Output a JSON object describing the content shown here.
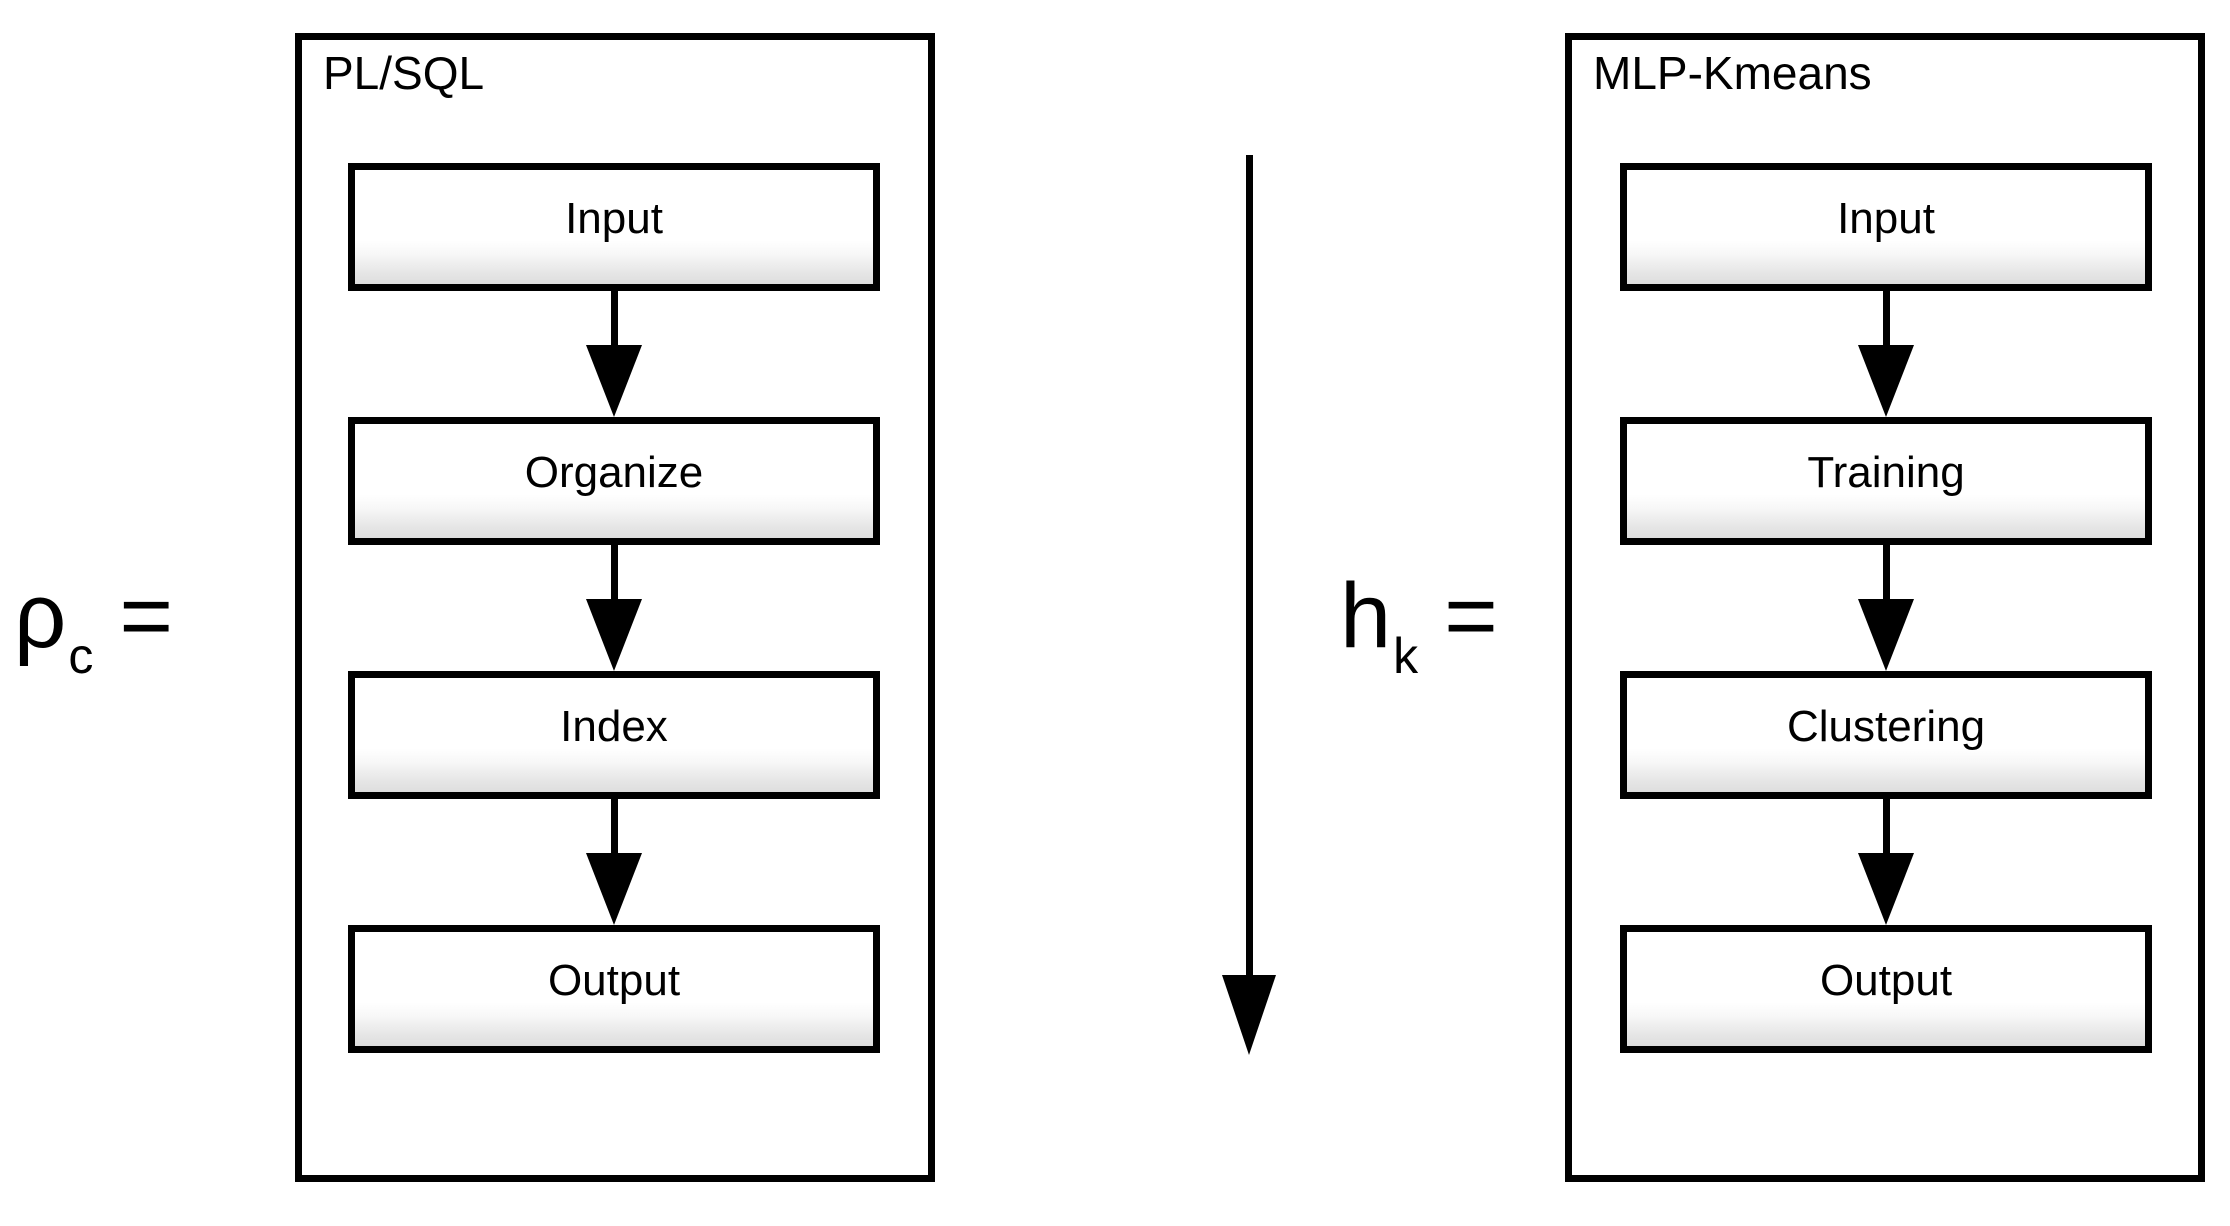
{
  "diagram": {
    "title_visible": false,
    "background_color": "#ffffff",
    "line_color": "#000000"
  },
  "left_equation": {
    "variable": "ρ",
    "subscript": "c",
    "operator": "="
  },
  "middle_equation": {
    "variable": "h",
    "subscript": "k",
    "operator": "="
  },
  "left_panel": {
    "title": "PL/SQL",
    "steps": [
      {
        "label": "Input"
      },
      {
        "label": "Organize"
      },
      {
        "label": "Index"
      },
      {
        "label": "Output"
      }
    ]
  },
  "right_panel": {
    "title": "MLP-Kmeans",
    "steps": [
      {
        "label": "Input"
      },
      {
        "label": "Training"
      },
      {
        "label": "Clustering"
      },
      {
        "label": "Output"
      }
    ]
  },
  "center_arrow": {
    "name": "vertical-flow-arrow",
    "direction": "down"
  }
}
